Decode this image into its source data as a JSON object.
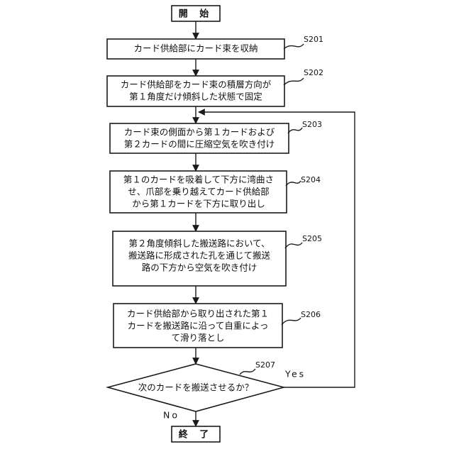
{
  "flowchart": {
    "start": {
      "label": "開 始"
    },
    "steps": [
      {
        "id": "S201",
        "lines": [
          "カード供給部にカード束を収納"
        ]
      },
      {
        "id": "S202",
        "lines": [
          "カード供給部をカード束の積層方向が",
          "第１角度だけ傾斜した状態で固定"
        ]
      },
      {
        "id": "S203",
        "lines": [
          "カード束の側面から第１カードおよび",
          "第２カードの間に圧縮空気を吹き付け"
        ]
      },
      {
        "id": "S204",
        "lines": [
          "第１のカードを吸着して下方に湾曲さ",
          "せ、爪部を乗り越えてカード供給部",
          "から第１カードを下方に取り出し"
        ]
      },
      {
        "id": "S205",
        "lines": [
          "第２角度傾斜した搬送路において、",
          "搬送路に形成された孔を通じて搬送",
          "路の下方から空気を吹き付け"
        ]
      },
      {
        "id": "S206",
        "lines": [
          "カード供給部から取り出された第１",
          "カードを搬送路に沿って自重によっ",
          "て滑り落とし"
        ]
      }
    ],
    "decision": {
      "id": "S207",
      "question": "次のカードを搬送させるか？",
      "yes_label": "Yes",
      "no_label": "No"
    },
    "end": {
      "label": "終 了"
    }
  }
}
